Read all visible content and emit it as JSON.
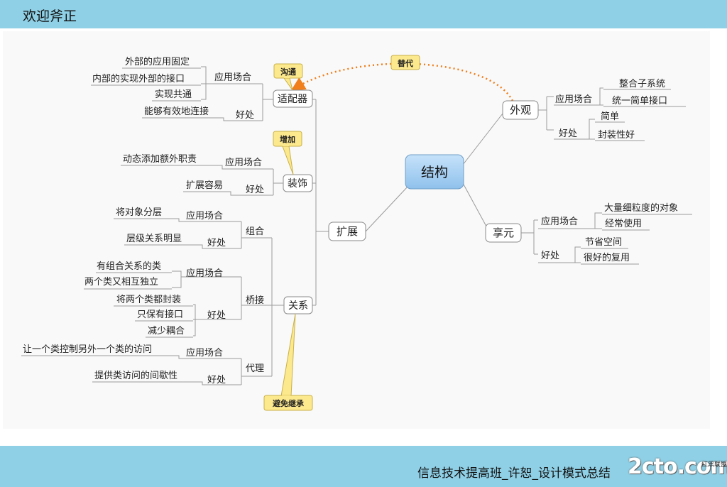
{
  "header": {
    "title": "欢迎斧正"
  },
  "footer": {
    "title": "信息技术提高班_许恕_设计模式总结",
    "logo": "2cto.com",
    "logo_sub": "红黑联盟"
  },
  "center": "结构",
  "callouts": {
    "communicate": "沟通",
    "add": "增加",
    "replace": "替代",
    "avoid_inherit": "避免继承"
  },
  "right": {
    "facade": {
      "title": "外观",
      "use_label": "应用场合",
      "uses": [
        "整合子系统",
        "统一简单接口"
      ],
      "benefit_label": "好处",
      "benefits": [
        "简单",
        "封装性好"
      ]
    },
    "flyweight": {
      "title": "享元",
      "use_label": "应用场合",
      "uses": [
        "大量细粒度的对象",
        "经常使用"
      ],
      "benefit_label": "好处",
      "benefits": [
        "节省空间",
        "很好的复用"
      ]
    }
  },
  "left": {
    "extend": "扩展",
    "adapter": {
      "title": "适配器",
      "use_label": "应用场合",
      "uses": [
        "外部的应用固定",
        "内部的实现外部的接口",
        "实现共通"
      ],
      "benefit_label": "好处",
      "benefits": [
        "能够有效地连接"
      ]
    },
    "decorator": {
      "title": "装饰",
      "use_label": "应用场合",
      "uses": [
        "动态添加额外职责"
      ],
      "benefit_label": "好处",
      "benefits": [
        "扩展容易"
      ]
    },
    "relation": {
      "title": "关系",
      "composite": {
        "title": "组合",
        "use_label": "应用场合",
        "uses": [
          "将对象分层"
        ],
        "benefit_label": "好处",
        "benefits": [
          "层级关系明显"
        ]
      },
      "bridge": {
        "title": "桥接",
        "use_label": "应用场合",
        "uses": [
          "有组合关系的类",
          "两个类又相互独立"
        ],
        "benefit_label": "好处",
        "benefits": [
          "将两个类都封装",
          "只保有接口",
          "减少耦合"
        ]
      },
      "proxy": {
        "title": "代理",
        "use_label": "应用场合",
        "uses": [
          "让一个类控制另外一个类的访问"
        ],
        "benefit_label": "好处",
        "benefits": [
          "提供类访问的间歇性"
        ]
      }
    }
  },
  "colors": {
    "bar": "#8fd0e6",
    "center_fill": "#9ccbf0",
    "callout_fill": "#fde98d",
    "dotted_arrow": "#f07f1c",
    "line": "#9a9a9a"
  }
}
